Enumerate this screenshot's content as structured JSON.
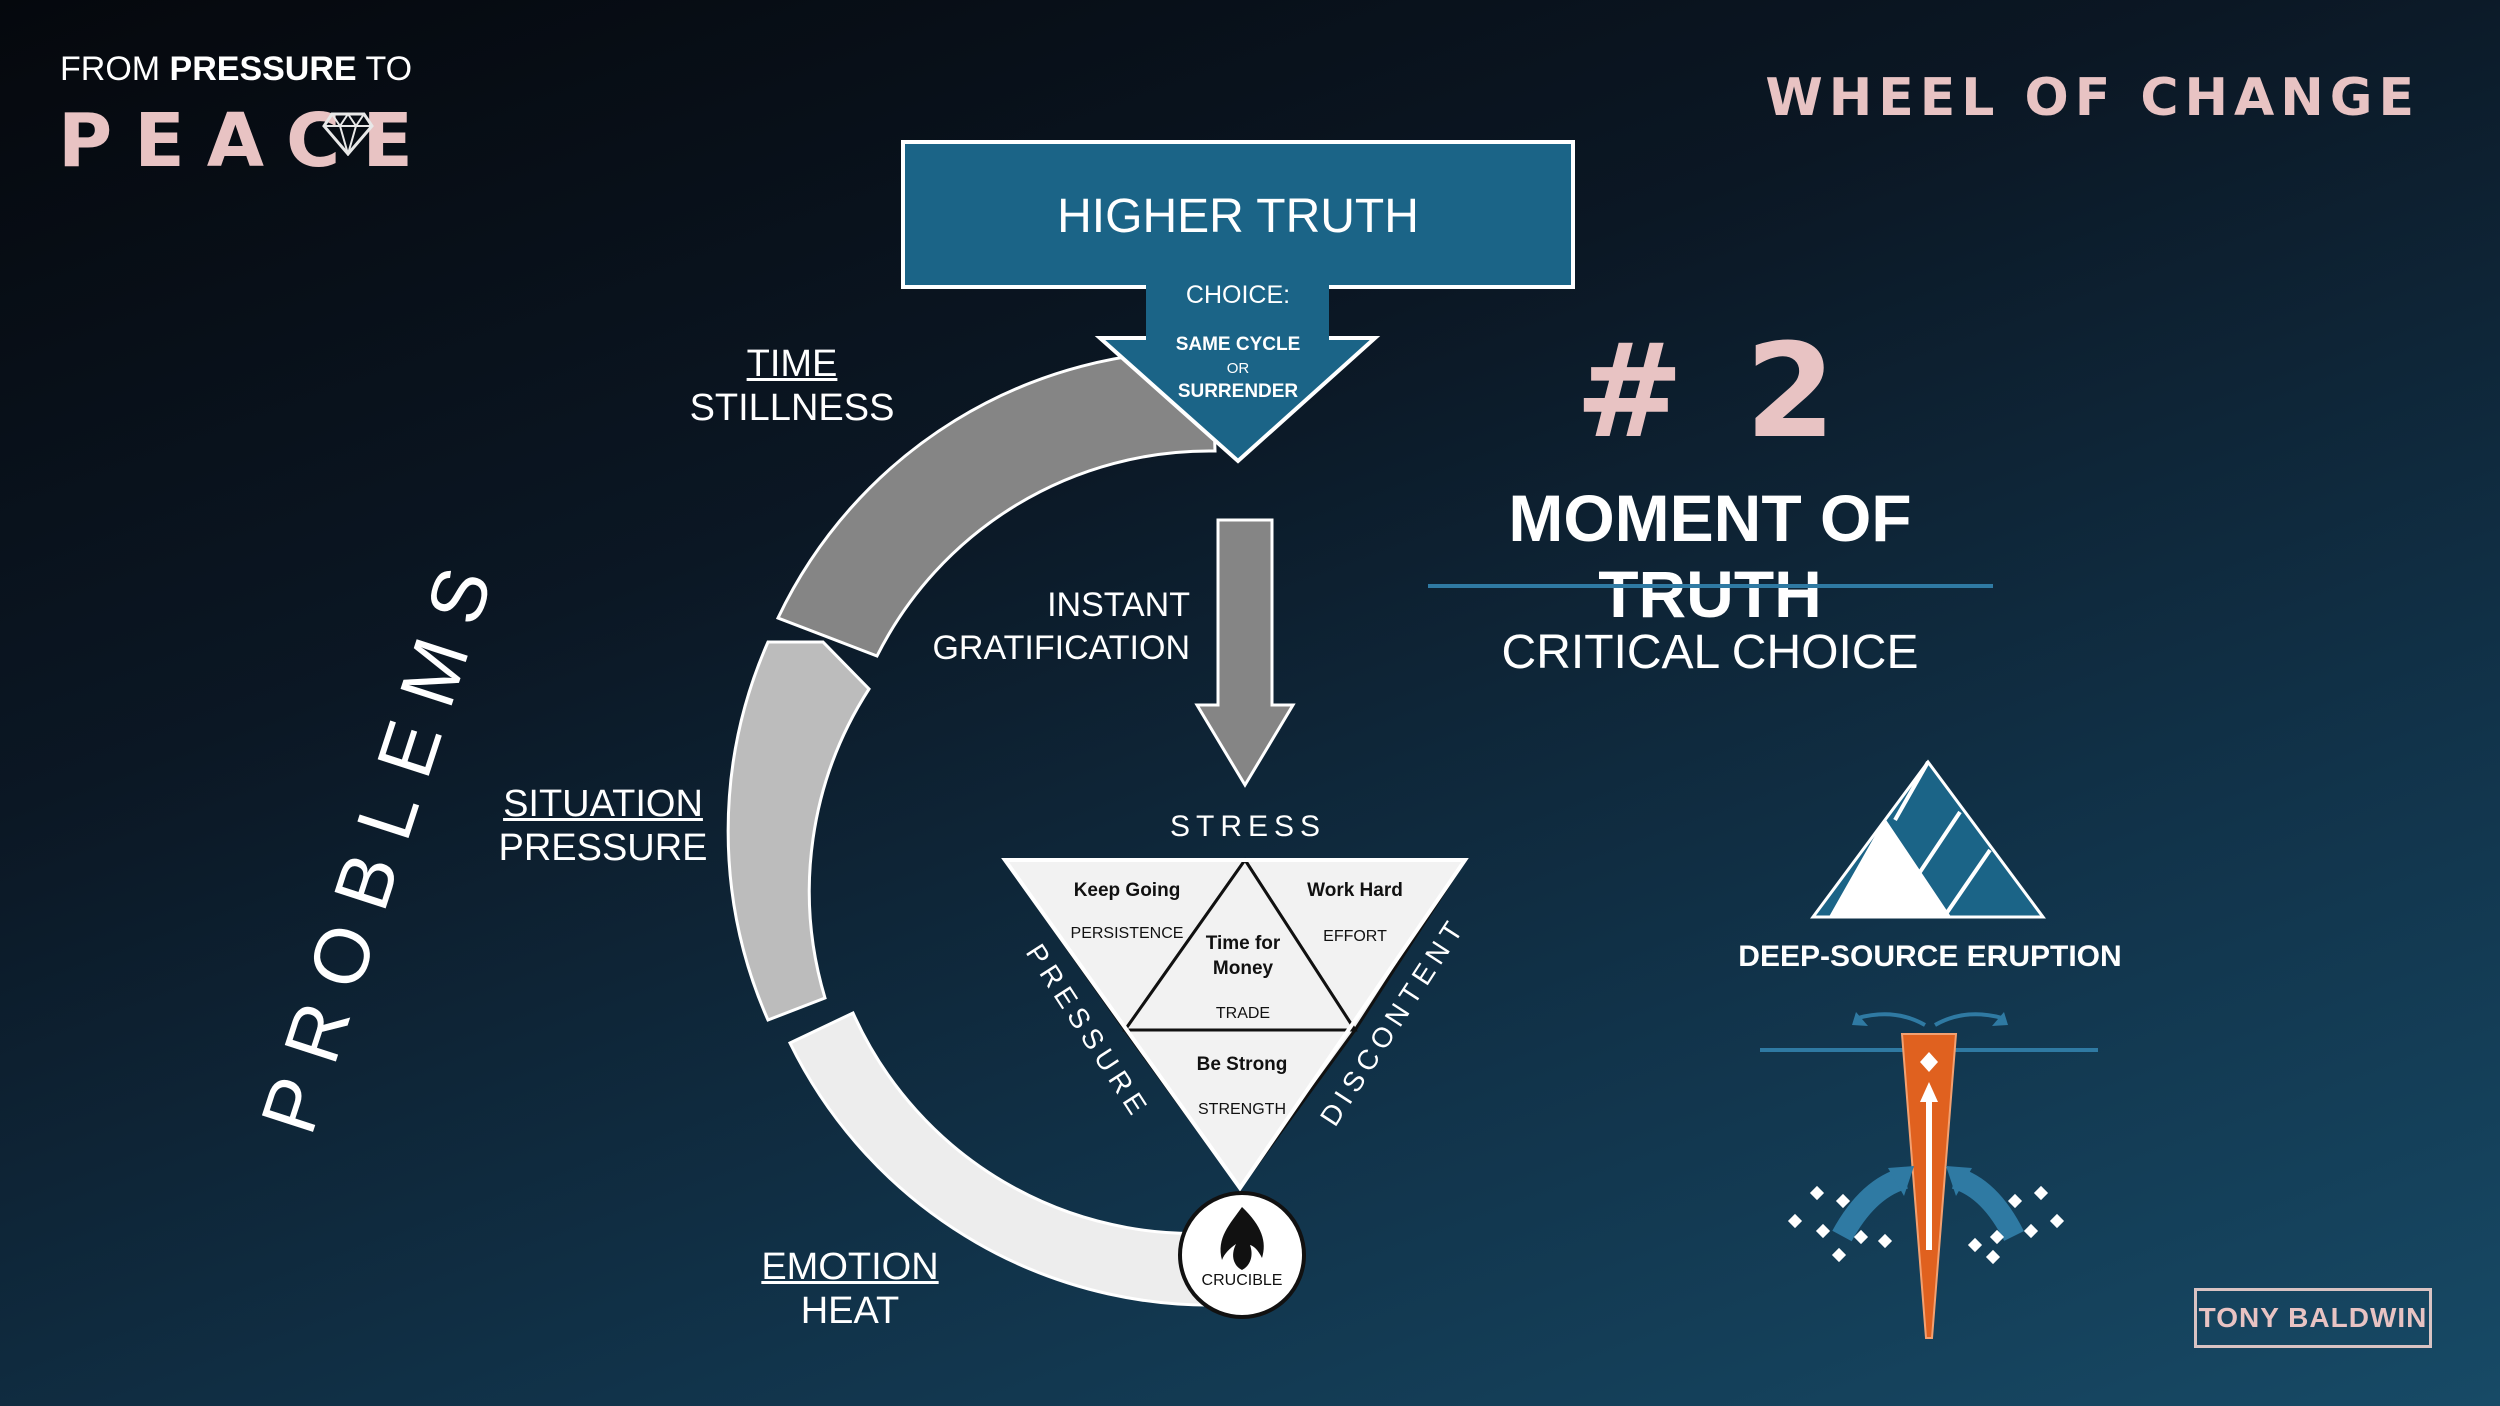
{
  "header": {
    "from_prefix": "FROM ",
    "from_bold": "PRESSURE",
    "from_suffix": " TO",
    "peace": "PEACE",
    "wheel_title": "WHEEL OF CHANGE"
  },
  "side_title": "PROBLEMS",
  "higher_truth": {
    "title": "HIGHER TRUTH",
    "choice_label": "CHOICE:",
    "option_a": "SAME CYCLE",
    "or": "OR",
    "option_b": "SURRENDER"
  },
  "arrow_label": {
    "line1": "INSTANT",
    "line2": "GRATIFICATION"
  },
  "stages": [
    {
      "top": "TIME",
      "bottom": "STILLNESS"
    },
    {
      "top": "SITUATION",
      "bottom": "PRESSURE"
    },
    {
      "top": "EMOTION",
      "bottom": "HEAT"
    }
  ],
  "triangle": {
    "top_label": "STRESS",
    "left_label": "PRESSURE",
    "right_label": "DISCONTENT",
    "cells": [
      {
        "title": "Keep Going",
        "sub": "PERSISTENCE"
      },
      {
        "title": "Work Hard",
        "sub": "EFFORT"
      },
      {
        "title_line1": "Time for",
        "title_line2": "Money",
        "sub": "TRADE"
      },
      {
        "title": "Be Strong",
        "sub": "STRENGTH"
      }
    ],
    "crucible": "CRUCIBLE"
  },
  "moment": {
    "number": "# 2",
    "title": "MOMENT OF TRUTH",
    "subtitle": "CRITICAL CHOICE"
  },
  "eruption": {
    "label": "DEEP-SOURCE ERUPTION"
  },
  "author": "TONY BALDWIN",
  "colors": {
    "accent_pink": "#e8c3c3",
    "box_blue": "#1b6487",
    "line_blue": "#2f7aa3",
    "orange": "#e0611f"
  },
  "icons": [
    "diamond-icon",
    "fire-icon",
    "mountain-icon",
    "eruption-icon"
  ]
}
